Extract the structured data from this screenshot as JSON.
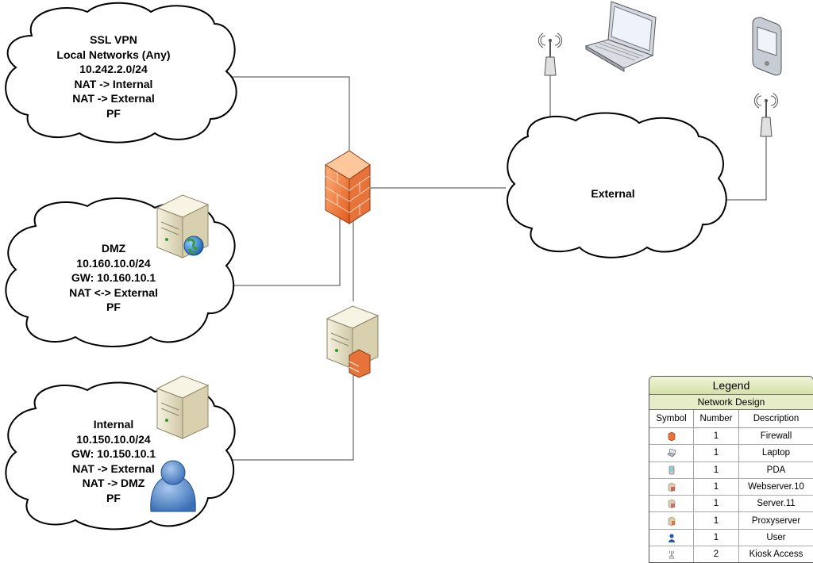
{
  "clouds": {
    "ssl_vpn": [
      "SSL VPN",
      "Local Networks (Any)",
      "10.242.2.0/24",
      "NAT -> Internal",
      "NAT -> External",
      "PF"
    ],
    "dmz": [
      "DMZ",
      "10.160.10.0/24",
      "GW: 10.160.10.1",
      "NAT <-> External",
      "PF"
    ],
    "internal": [
      "Internal",
      "10.150.10.0/24",
      "GW: 10.150.10.1",
      "NAT -> External",
      "NAT -> DMZ",
      "PF"
    ],
    "external": [
      "External"
    ]
  },
  "legend": {
    "title": "Legend",
    "subtitle": "Network Design",
    "headers": [
      "Symbol",
      "Number",
      "Description"
    ],
    "rows": [
      {
        "icon": "firewall-icon",
        "number": "1",
        "description": "Firewall"
      },
      {
        "icon": "laptop-icon",
        "number": "1",
        "description": "Laptop"
      },
      {
        "icon": "pda-icon",
        "number": "1",
        "description": "PDA"
      },
      {
        "icon": "webserver-icon",
        "number": "1",
        "description": "Webserver.10"
      },
      {
        "icon": "server-icon",
        "number": "1",
        "description": "Server.11"
      },
      {
        "icon": "proxyserver-icon",
        "number": "1",
        "description": "Proxyserver"
      },
      {
        "icon": "user-icon",
        "number": "1",
        "description": "User"
      },
      {
        "icon": "antenna-icon",
        "number": "2",
        "description": "Kiosk Access"
      }
    ]
  },
  "colors": {
    "firewall": "#f07a3a",
    "server_body": "#e8e2c8",
    "user": "#4a7cc0",
    "line": "#404040"
  }
}
